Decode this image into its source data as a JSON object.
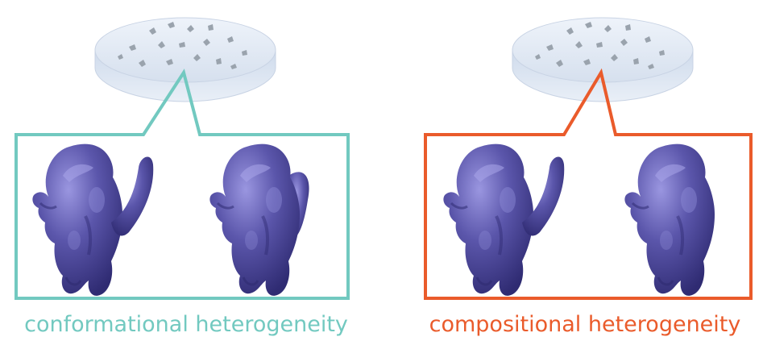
{
  "panels": [
    {
      "caption": "conformational heterogeneity",
      "color": "#72c9c0"
    },
    {
      "caption": "compositional heterogeneity",
      "color": "#ea5b2b"
    }
  ],
  "icons": {
    "sample_dish": "petri-dish-icon",
    "molecule": "protein-density-map"
  },
  "colors": {
    "protein": "#5b56ab",
    "protein_highlight": "#8f8bd6",
    "protein_shadow": "#34307a",
    "dish": "#dfe8f4",
    "particles": "#9aa3ad"
  }
}
